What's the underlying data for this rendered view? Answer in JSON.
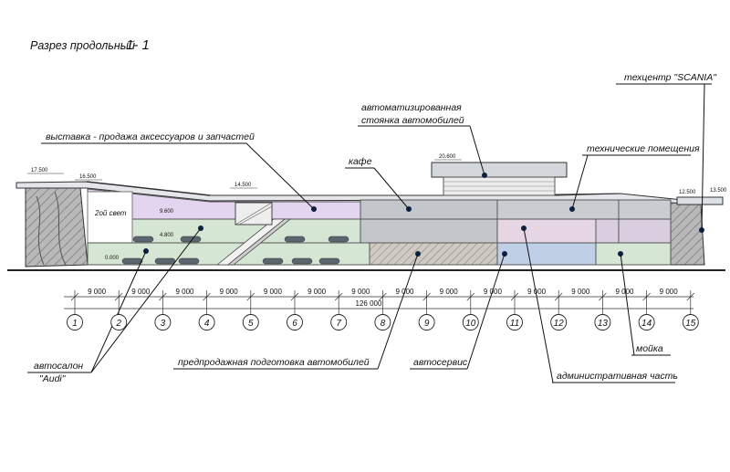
{
  "title": "Разрез продольный",
  "title_num": "1- 1",
  "labels": {
    "scania": "техцентр \"SCANIA\"",
    "auto_parking_1": "автоматизированная",
    "auto_parking_2": "стоянка автомобилей",
    "exhibition": "выставка - продажа аксессуаров и запчастей",
    "cafe": "кафе",
    "tech_rooms": "технические помещения",
    "second_light": "2ой свет",
    "showroom_1": "автосалон",
    "showroom_2": "\"Audi\"",
    "presale": "предпродажная подготовка автомобилей",
    "service": "автосервис",
    "wash": "мойка",
    "admin": "административная часть"
  },
  "elevations": {
    "e17500": "17.500",
    "e16500": "16.500",
    "e14500": "14.500",
    "e20600": "20.600",
    "e12500": "12.500",
    "e13500": "13.500",
    "e9600": "9.600",
    "e4800": "4.800",
    "e0000": "0.000"
  },
  "spans": [
    "9 000",
    "9 000",
    "9 000",
    "9 000",
    "9 000",
    "9 000",
    "9 000",
    "9 000",
    "9 000",
    "9 000",
    "9 000",
    "9 000",
    "9 000",
    "9 000"
  ],
  "total": "126 000",
  "axes": [
    "1",
    "2",
    "3",
    "4",
    "5",
    "6",
    "7",
    "8",
    "9",
    "10",
    "11",
    "12",
    "13",
    "14",
    "15"
  ],
  "colors": {
    "lilac": "#e3d5ef",
    "green": "#d6e6d4",
    "gray": "#c3c7cc",
    "blue": "#bfcfe6",
    "pink": "#e6d6e3",
    "hatch": "#b9b5b0",
    "dot": "#0a2244"
  }
}
